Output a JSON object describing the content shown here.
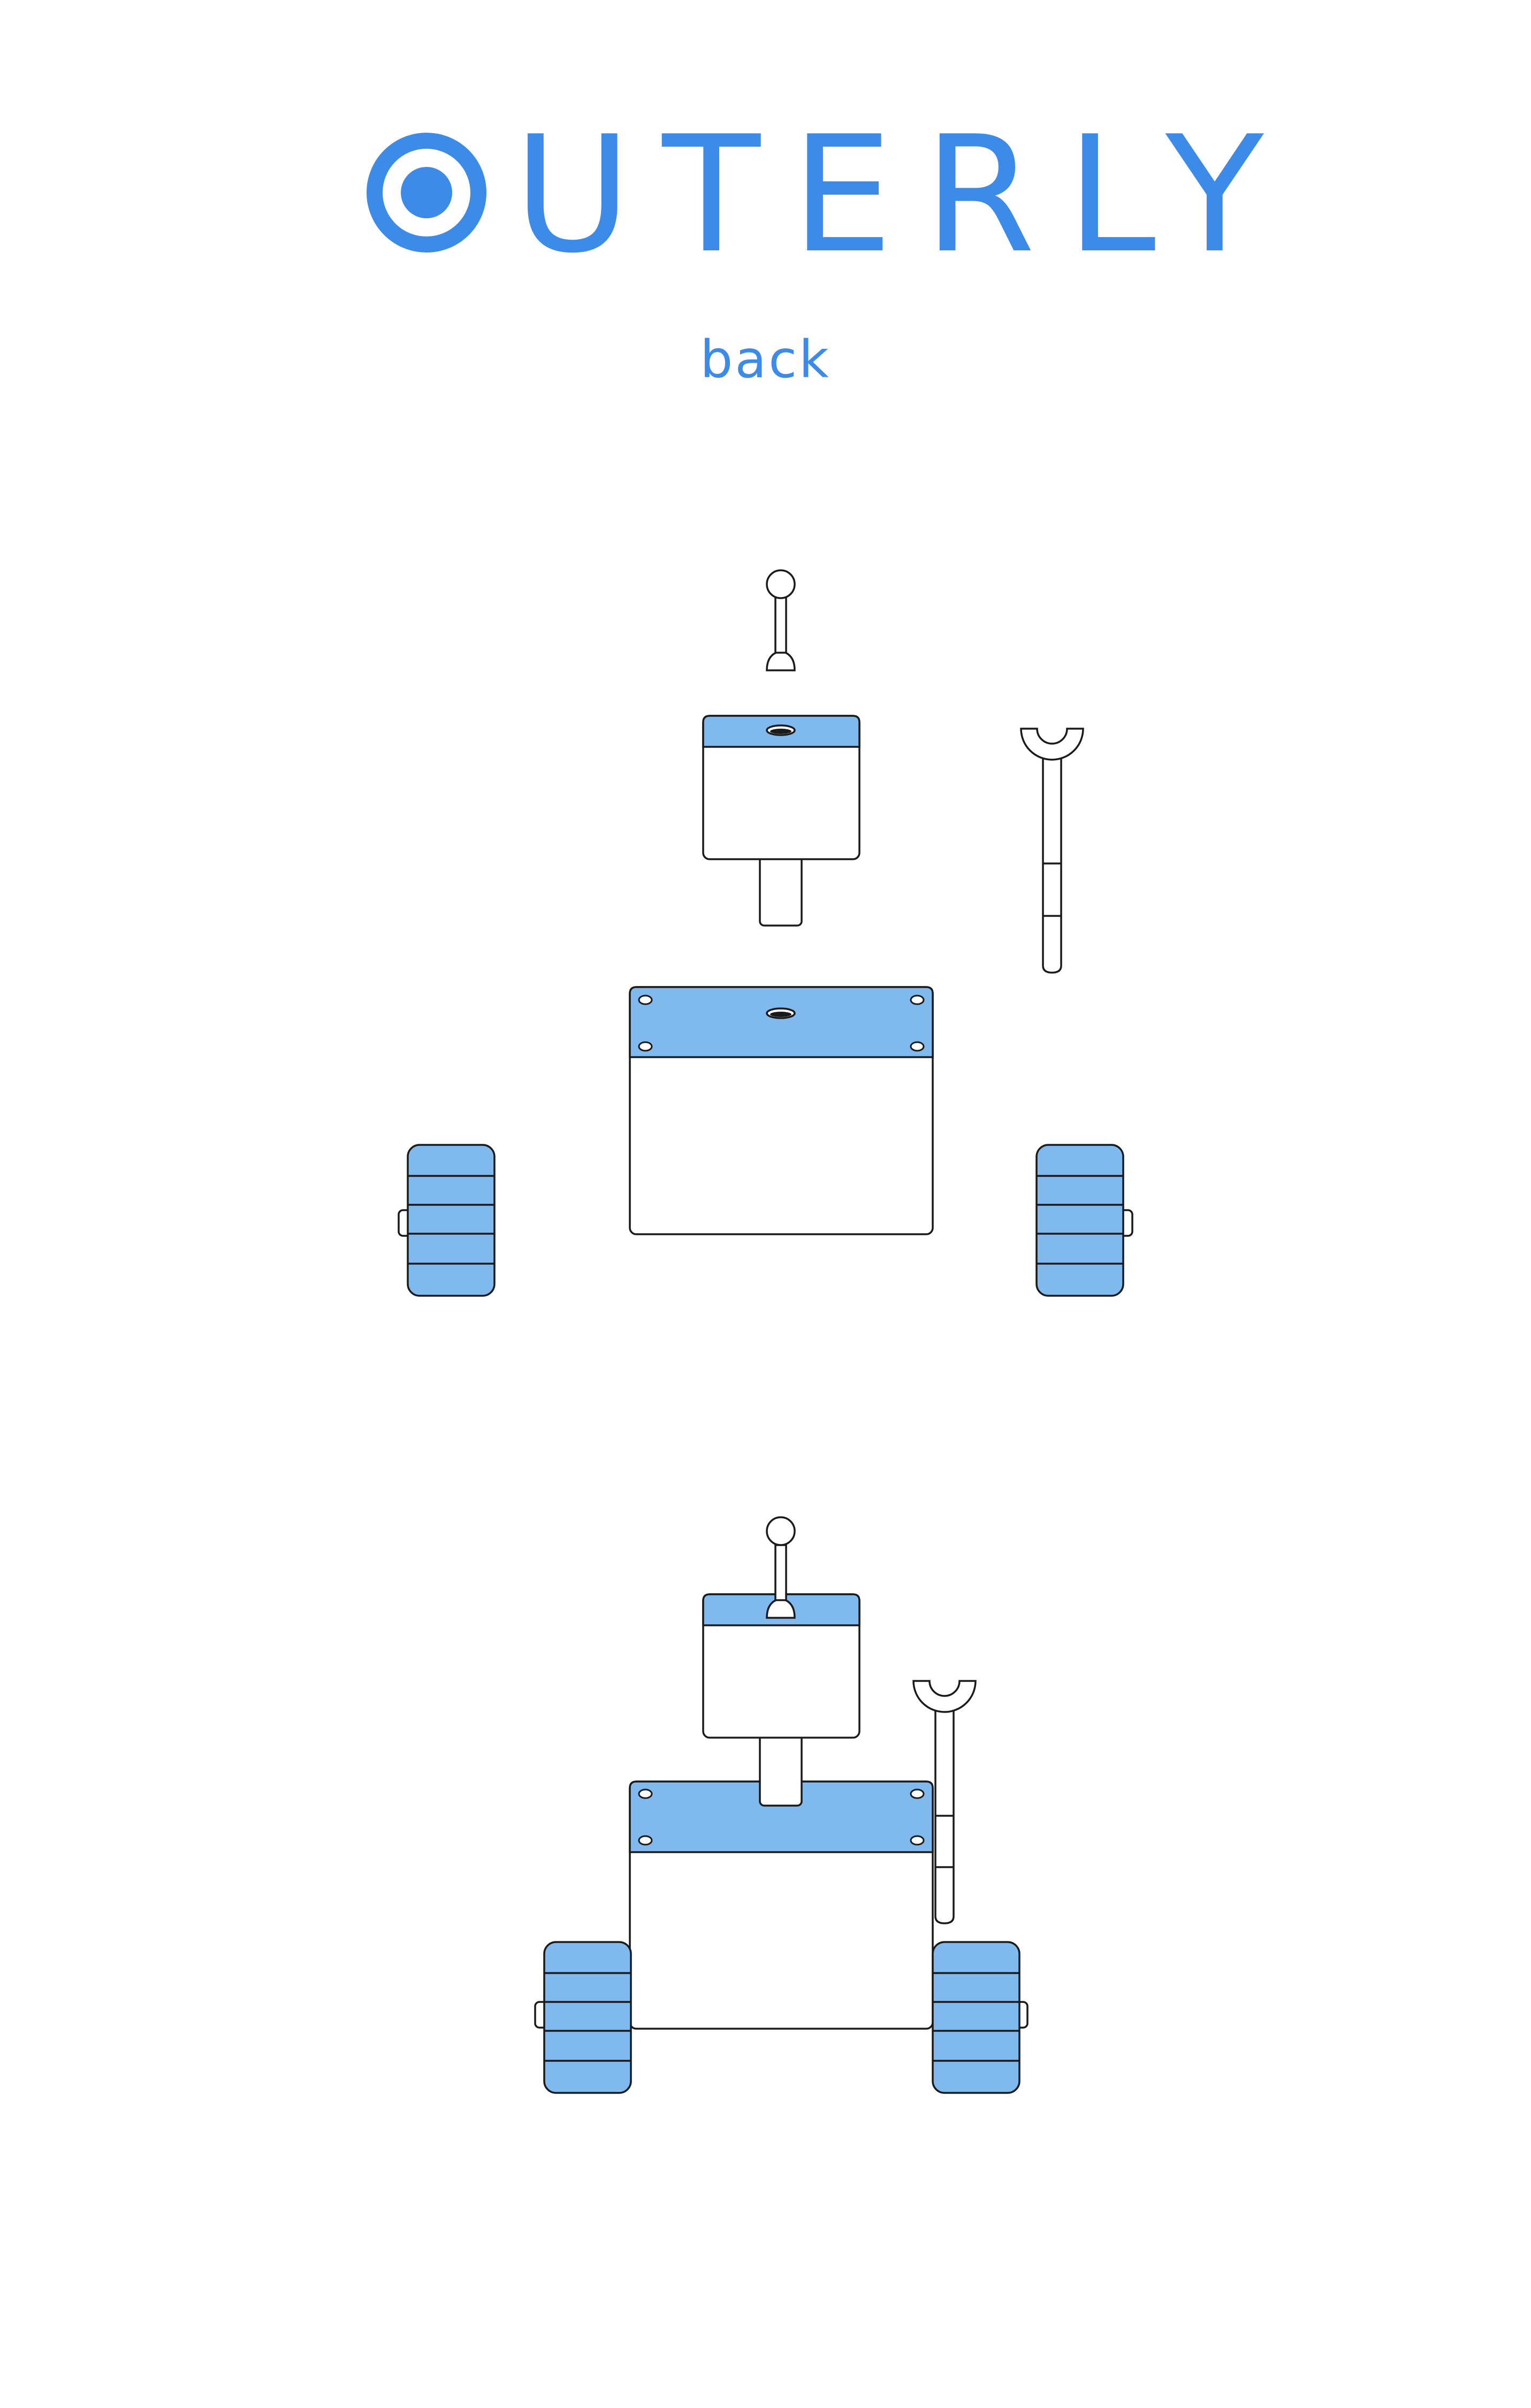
{
  "brand": {
    "wordmark": "UTERLY",
    "logo_icon": "circle-dot-icon",
    "color": "#3D8BE8"
  },
  "view": {
    "label": "back"
  },
  "colors": {
    "accent": "#3D8BE8",
    "panel_blue": "#7FB9EE",
    "outline": "#1a1a1a",
    "background": "#ffffff"
  },
  "diagram": {
    "exploded_view": {
      "parts": [
        "antenna",
        "head",
        "neck",
        "arm",
        "body",
        "left-wheel",
        "right-wheel"
      ]
    },
    "assembled_view": {
      "parts": [
        "antenna",
        "head",
        "neck",
        "arm",
        "body",
        "left-wheel",
        "right-wheel"
      ]
    }
  }
}
